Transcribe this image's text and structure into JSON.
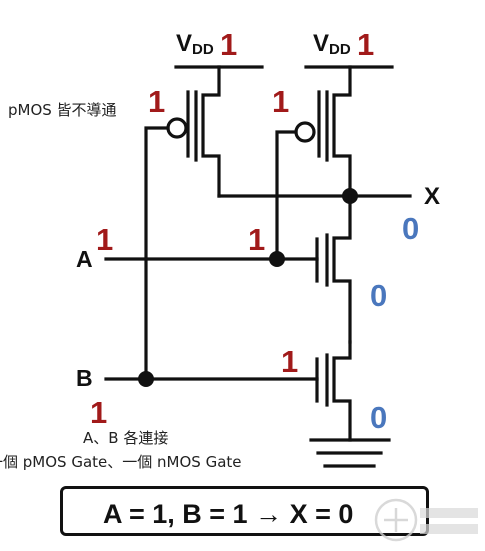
{
  "vdd": {
    "base": "V",
    "sub": "DD",
    "value": "1"
  },
  "labels": {
    "pmos_note": "pMOS 皆不導通",
    "input_a": "A",
    "input_b": "B",
    "output_x": "X",
    "connection_note_line1": "A、B 各連接",
    "connection_note_line2": "一個 pMOS Gate、一個 nMOS Gate"
  },
  "logic_values": {
    "vdd_left": "1",
    "vdd_right": "1",
    "pmos_left_gate": "1",
    "pmos_right_gate": "1",
    "input_a": "1",
    "nmos_top_gate": "1",
    "nmos_bottom_gate": "1",
    "input_b": "1",
    "node_output": "0",
    "node_mid": "0",
    "node_bottom": "0"
  },
  "result": "A = 1, B = 1 → X = 0",
  "colors": {
    "high_value": "#a11a1a",
    "low_value": "#4a77bd",
    "wire": "#111111"
  }
}
